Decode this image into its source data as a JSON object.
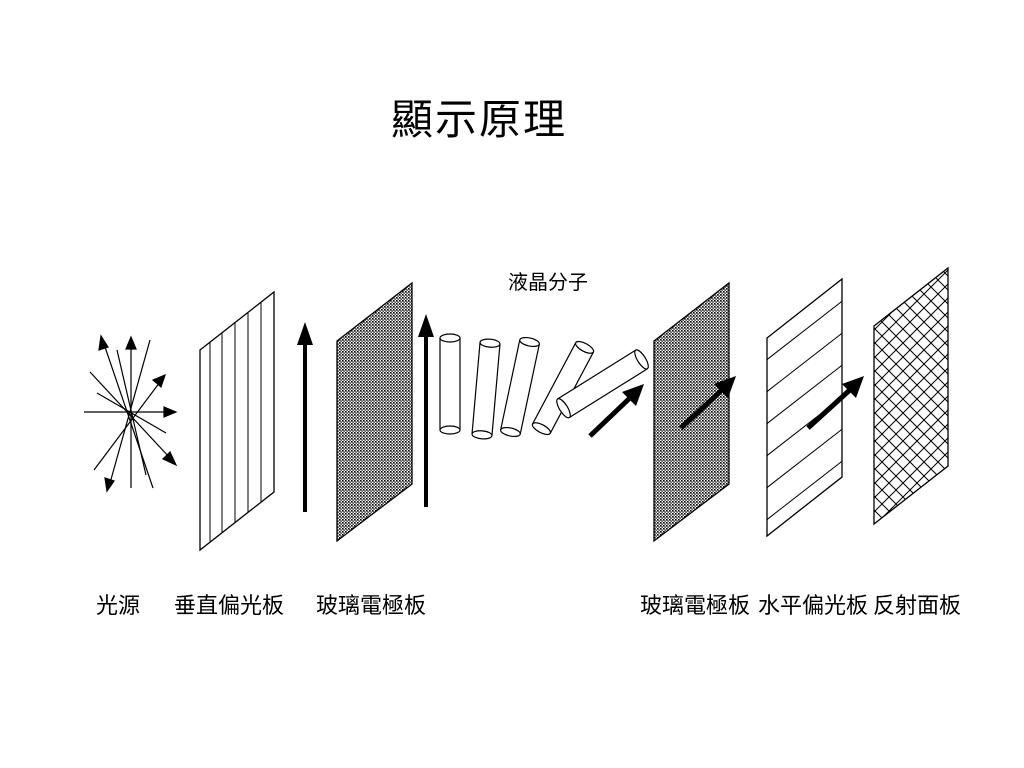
{
  "slide": {
    "title": "顯示原理"
  },
  "diagram": {
    "liquid_crystal_label": "液晶分子",
    "components": [
      {
        "id": "light-source",
        "label": "光源"
      },
      {
        "id": "vertical-polarizer",
        "label": "垂直偏光板"
      },
      {
        "id": "glass-electrode-1",
        "label": "玻璃電極板"
      },
      {
        "id": "glass-electrode-2",
        "label": "玻璃電極板"
      },
      {
        "id": "horizontal-polarizer",
        "label": "水平偏光板"
      },
      {
        "id": "reflective-panel",
        "label": "反射面板"
      }
    ]
  }
}
